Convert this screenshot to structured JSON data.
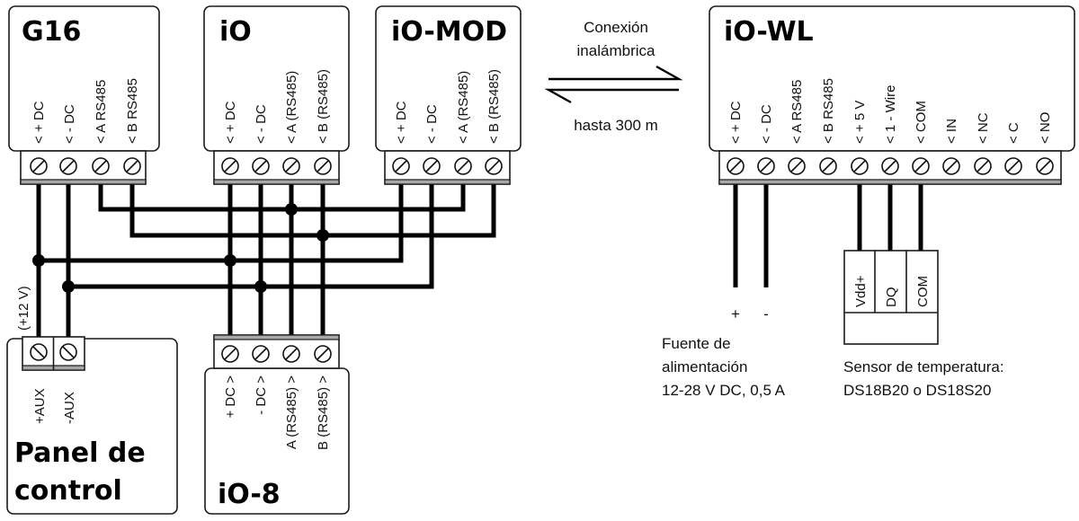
{
  "modules": {
    "g16": {
      "title": "G16",
      "pins": [
        "< + DC",
        "< - DC",
        "< A RS485",
        "< B RS485"
      ]
    },
    "io": {
      "title": "iO",
      "pins": [
        "< + DC",
        "< - DC",
        "< A (RS485)",
        "< B (RS485)"
      ]
    },
    "io_mod": {
      "title": "iO-MOD",
      "pins": [
        "< + DC",
        "< - DC",
        "< A (RS485)",
        "< B (RS485)"
      ]
    },
    "io_wl": {
      "title": "iO-WL",
      "pins": [
        "< + DC",
        "< - DC",
        "< A RS485",
        "< B RS485",
        "< + 5 V",
        "< 1 - Wire",
        "< COM",
        "< IN",
        "< NC",
        "< C",
        "< NO"
      ]
    },
    "io_8": {
      "title": "iO-8",
      "pins": [
        "+ DC >",
        "- DC >",
        "A (RS485) >",
        "B (RS485) >"
      ]
    },
    "panel": {
      "title_line1": "Panel de",
      "title_line2": "control",
      "pins": [
        "+AUX",
        "-AUX"
      ],
      "voltage_note": "(+12 V)"
    }
  },
  "wireless": {
    "label_line1": "Conexión",
    "label_line2": "inalámbrica",
    "range": "hasta 300 m",
    "arrow_icon": "bidirectional-arrow"
  },
  "power_supply": {
    "plus": "+",
    "minus": "-",
    "line1": "Fuente de",
    "line2": "alimentación",
    "line3": "12-28 V DC, 0,5 A"
  },
  "sensor": {
    "pins": [
      "Vdd+",
      "DQ",
      "COM"
    ],
    "line1": "Sensor de temperatura:",
    "line2": "DS18B20 o DS18S20"
  }
}
